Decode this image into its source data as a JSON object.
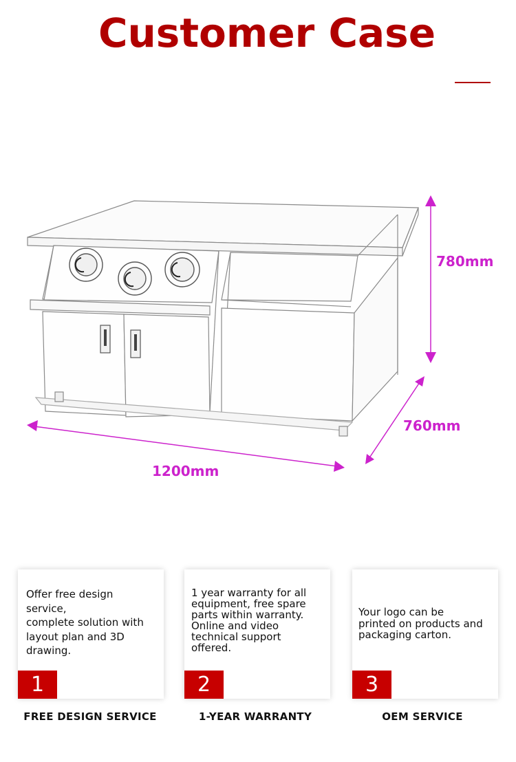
{
  "header": {
    "title": "Customer Case",
    "accent_color": "#b00000"
  },
  "product_drawing": {
    "subject": "counter-cabinet-sketch",
    "dimension_color": "#cc22cc",
    "dimensions": {
      "height": "780mm",
      "depth": "760mm",
      "width": "1200mm"
    }
  },
  "services": [
    {
      "number": "1",
      "text_lines": [
        "Offer free design",
        "service,",
        "complete solution with",
        "layout plan and 3D",
        "drawing."
      ],
      "label": "FREE DESIGN SERVICE"
    },
    {
      "number": "2",
      "text_lines": [
        "1 year warranty for all",
        "equipment, free spare",
        "parts within warranty.",
        "Online and video",
        "technical support",
        "offered."
      ],
      "label": "1-YEAR WARRANTY"
    },
    {
      "number": "3",
      "text_lines": [
        "Your logo can be",
        "printed on products and",
        "packaging carton."
      ],
      "label": "OEM SERVICE"
    }
  ]
}
